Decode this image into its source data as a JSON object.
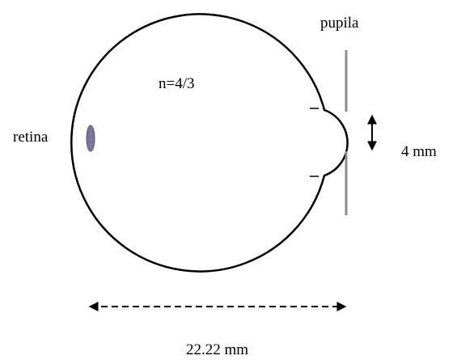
{
  "labels": {
    "pupil": "pupila",
    "refractive_index": "n=4/3",
    "retina": "retina",
    "pupil_width": "4 mm",
    "eye_length": "22.22 mm"
  },
  "colors": {
    "outline": "#000000",
    "pupil_stop": "#8c8c8c",
    "retina_fill": "#7f7499",
    "retina_stroke": "#5a5275"
  }
}
